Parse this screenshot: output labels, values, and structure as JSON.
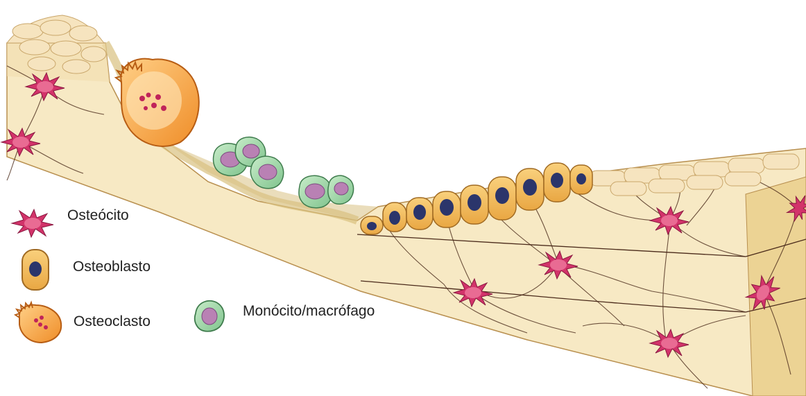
{
  "legend": {
    "osteocito": "Osteócito",
    "osteoblasto": "Osteoblasto",
    "osteoclasto": "Osteoclasto",
    "monocito": "Monócito/macrófago"
  },
  "colors": {
    "bone_light": "#f7e9c4",
    "bone_mid": "#eed7a2",
    "bone_dark": "#d9b772",
    "canaliculi": "#4a2a1a",
    "osteocyte": "#d2336a",
    "osteoblast": "#f2bb5a",
    "osteoblast_nucleus": "#2b356b",
    "osteoclast": "#f29a3a",
    "osteoclast_granules": "#c0245a",
    "monocyte": "#9ed6a7",
    "monocyte_nucleus": "#b981b4"
  }
}
